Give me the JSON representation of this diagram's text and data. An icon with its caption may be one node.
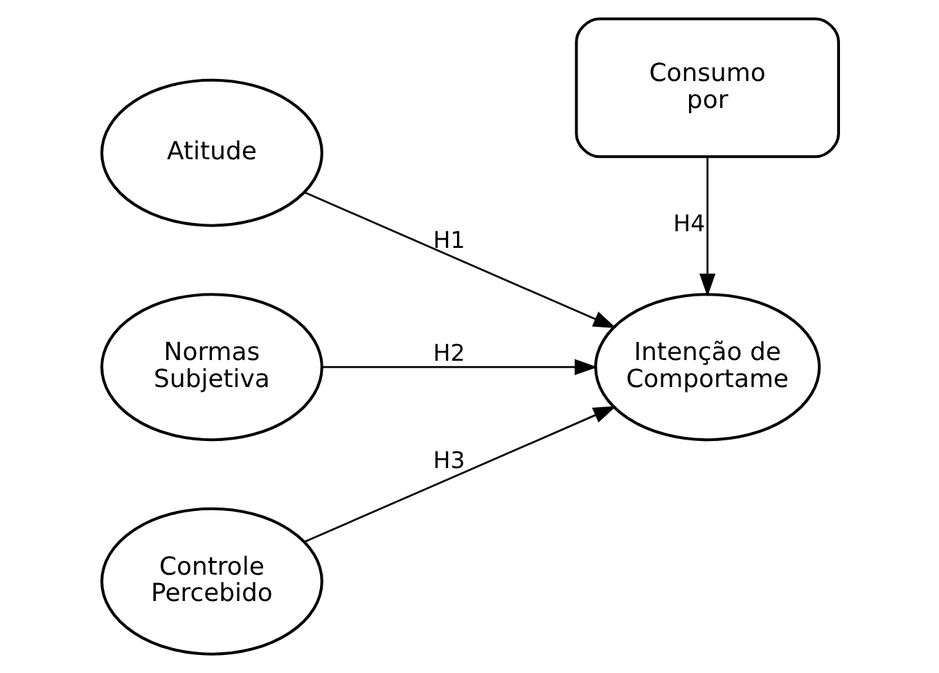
{
  "diagram": {
    "nodes": [
      {
        "text": [
          "Atitude"
        ]
      },
      {
        "text": [
          "Normas Subjetiva"
        ]
      },
      {
        "text": [
          "Controle Percebido"
        ]
      },
      {
        "text": [
          "Intenção de Comportame"
        ]
      },
      {
        "text": [
          "Consumo por"
        ]
      }
    ],
    "edges": [
      {
        "from": 0,
        "to": 3,
        "arrow": "to",
        "label": "H1"
      },
      {
        "from": 1,
        "to": 3,
        "arrow": "to",
        "label": "H2"
      },
      {
        "from": 2,
        "to": 3,
        "arrow": "to",
        "label": "H3"
      },
      {
        "from": 4,
        "to": 3,
        "arrow": "to",
        "label": "H4"
      }
    ]
  }
}
